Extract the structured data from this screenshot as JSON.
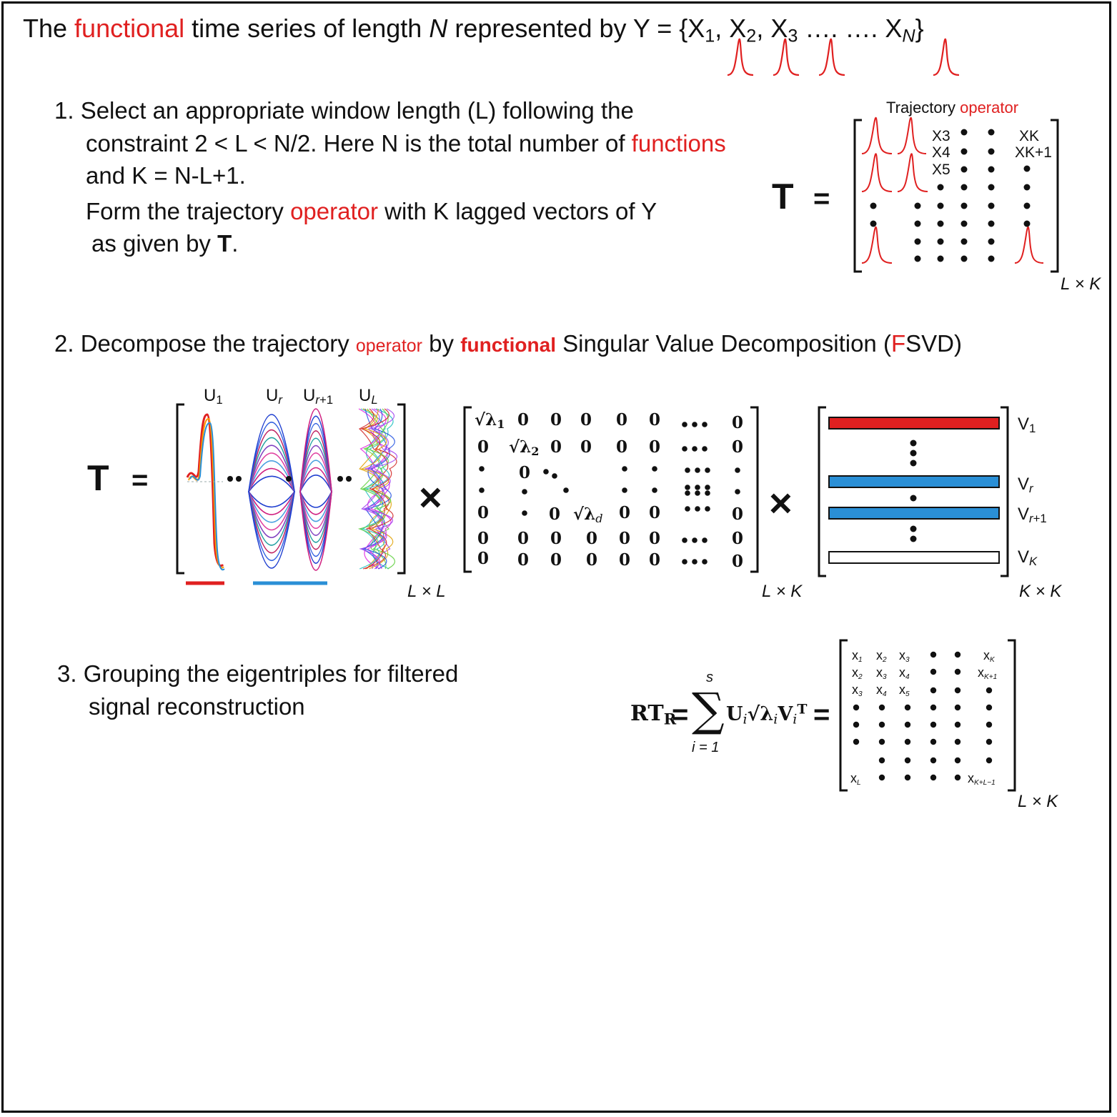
{
  "header": {
    "prefix": "The ",
    "functional_word": "functional",
    "middle": " time series of length ",
    "n_var": "N",
    "suffix": " represented by Y = {X",
    "sub1": "1",
    "sep1": ", X",
    "sub2": "2",
    "sep2": ", X",
    "sub3": "3",
    "dots": " …. …. X",
    "subN": "N",
    "close": "}"
  },
  "step1": {
    "line1": "1. Select an appropriate window length (L) following the",
    "line2_pre": "constraint 2 < L < N/2. Here N is the total number of ",
    "line2_red": "functions",
    "line3": "and K = N-L+1.",
    "line4_pre": "Form the trajectory ",
    "line4_red": "operator",
    "line4_post": " with K lagged vectors of Y",
    "line5_pre": "as given by ",
    "line5_bold": "T",
    "line5_post": ".",
    "traj_label_black": "Trajectory ",
    "traj_label_red": "operator",
    "T_symbol": "T",
    "equals": "=",
    "dim_label": "L × K",
    "matrix_labels": [
      "X3",
      "X4",
      "X5",
      "XK",
      "XK+1"
    ]
  },
  "step2": {
    "pre": "2. Decompose the trajectory ",
    "red_operator": "operator",
    "mid": " by ",
    "red_functional": "functional",
    "post1": " Singular Value Decomposition (",
    "red_F": "F",
    "post2": "SVD)",
    "T_symbol": "T",
    "equals": "=",
    "times": "×",
    "U_labels": [
      "U1",
      "Ur",
      "Ur+1",
      "UL"
    ],
    "V_labels": [
      "V1",
      "Vr",
      "Vr+1",
      "VK"
    ],
    "dim_LL": "L × L",
    "dim_LK": "L × K",
    "dim_KK": "K × K",
    "sigma_entries": [
      "√λ1",
      "√λ2",
      "√λd"
    ],
    "zero": "0"
  },
  "step3": {
    "line1": "3. Grouping the eigentriples for filtered",
    "line2": "signal reconstruction",
    "lhs": "RT",
    "lhs_sub": "R",
    "sum_top": "s",
    "sum_bottom": "i = 1",
    "term": "Ui√λiViT",
    "dim_label": "L × K",
    "matrix_labels": [
      "x1",
      "x2",
      "x3",
      "xK",
      "x2",
      "x3",
      "x4",
      "xK+1",
      "x3",
      "x4",
      "x5",
      "xL",
      "xK+L−1"
    ]
  },
  "colors": {
    "red": "#e02020",
    "blue": "#2a8fd6",
    "black": "#111111"
  }
}
